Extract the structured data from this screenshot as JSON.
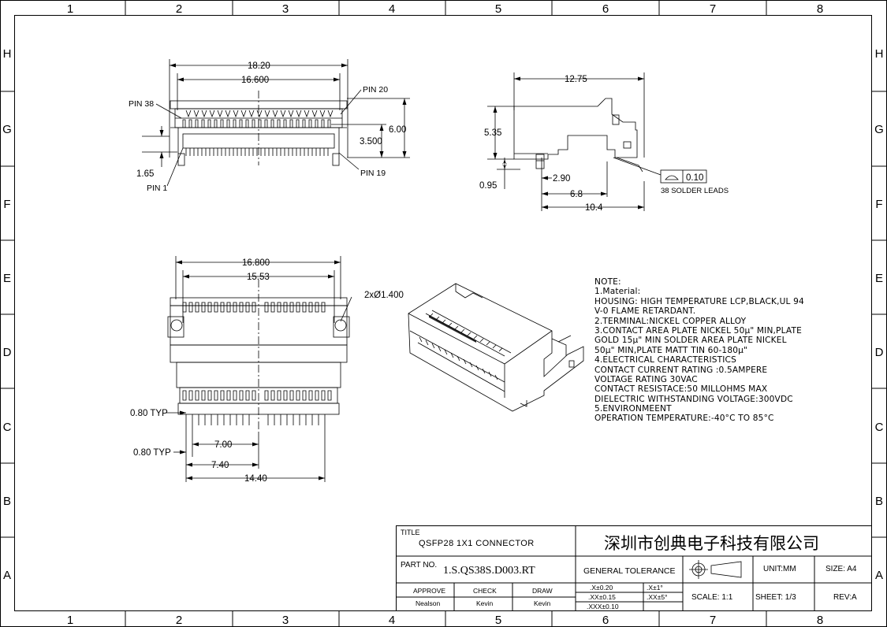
{
  "grid": {
    "columns": [
      "1",
      "2",
      "3",
      "4",
      "5",
      "6",
      "7",
      "8"
    ],
    "rows": [
      "H",
      "G",
      "F",
      "E",
      "D",
      "C",
      "B",
      "A"
    ]
  },
  "top_view": {
    "dim_overall": "18.20",
    "dim_pitch": "16.600",
    "dim_height": "6.00",
    "dim_inner": "3.500",
    "dim_lead": "1.65",
    "pin_38": "PIN 38",
    "pin_20": "PIN 20",
    "pin_1": "PIN 1",
    "pin_19": "PIN 19"
  },
  "side_view": {
    "dim_length": "12.75",
    "dim_height": "5.35",
    "dim_290": "2.90",
    "dim_095": "0.95",
    "dim_68": "6.8",
    "dim_104": "10.4",
    "coplanarity": "0.10",
    "leads_note": "38 SOLDER LEADS"
  },
  "bottom_view": {
    "dim_overall": "16.800",
    "dim_holes": "15.53",
    "hole_spec": "2xØ1.400",
    "typ_1": "0.80 TYP",
    "typ_2": "0.80 TYP",
    "dim_700": "7.00",
    "dim_740": "7.40",
    "dim_1440": "14.40"
  },
  "notes": [
    "NOTE:",
    "1.Material:",
    "HOUSING: HIGH TEMPERATURE LCP,BLACK,UL 94",
    "V-0 FLAME RETARDANT.",
    "2.TERMINAL:NICKEL COPPER ALLOY",
    "3.CONTACT AREA PLATE NICKEL 50μ\" MIN,PLATE",
    "GOLD 15μ\" MIN SOLDER AREA PLATE NICKEL",
    "50μ\" MIN,PLATE MATT TIN 60-180μ\"",
    "4.ELECTRICAL CHARACTERISTICS",
    "CONTACT CURRENT RATING :0.5AMPERE",
    "VOLTAGE RATING 30VAC",
    "CONTACT RESISTACE:50 MILLOHMS MAX",
    "DIELECTRIC WITHSTANDING VOLTAGE:300VDC",
    "5.ENVIRONMEENT",
    "OPERATION TEMPERATURE:-40°C TO 85°C"
  ],
  "title_block": {
    "title_label": "TITLE",
    "title": "QSFP28 1X1 CONNECTOR",
    "company": "深圳市创典电子科技有限公司",
    "part_no_label": "PART NO.",
    "part_no": "1.S.QS38S.D003.RT",
    "general_tolerance": "GENERAL TOLERANCE",
    "unit": "UNIT:MM",
    "size": "SIZE: A4",
    "approve_label": "APPROVE",
    "check_label": "CHECK",
    "draw_label": "DRAW",
    "approve": "Nealson",
    "check": "Kevin",
    "draw": "Kevin",
    "tol_1": ".X±0.20",
    "tol_2": ".XX±0.15",
    "tol_3": ".XXX±0.10",
    "ang_1": ".X±1°",
    "ang_2": ".XX±5°",
    "scale": "SCALE: 1:1",
    "sheet": "SHEET: 1/3",
    "rev": "REV:A"
  }
}
